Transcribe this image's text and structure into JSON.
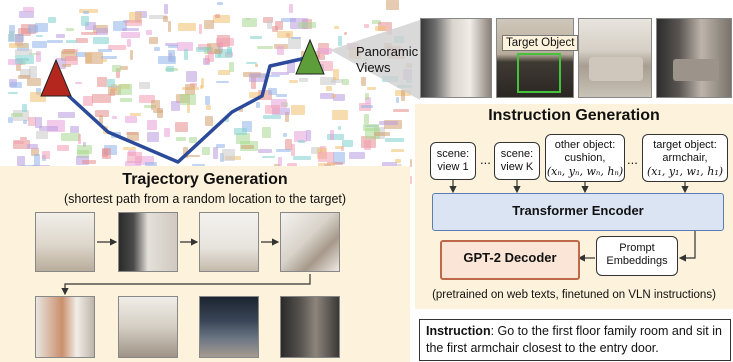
{
  "colors": {
    "panel_bg": "#fdf3dc",
    "trajectory_path": "#2c4a9a",
    "start_marker": "#b3271e",
    "target_marker": "#5e9e3a",
    "transformer_fill": "#dbe4f2",
    "gpt2_fill": "#fbe5d6",
    "target_box": "#44c23a"
  },
  "panoramic": {
    "label_line1": "Panoramic",
    "label_line2": "Views",
    "target_object_label": "Target Object"
  },
  "trajectory": {
    "title": "Trajectory Generation",
    "subtitle": "(shortest path from a random location to the target)"
  },
  "instruction_generation": {
    "title": "Instruction Generation",
    "inputs": [
      {
        "line1": "scene:",
        "line2": "view 1"
      },
      {
        "line1": "scene:",
        "line2": "view K"
      },
      {
        "line1": "other object:",
        "line2": "cushion,",
        "line3": "(xₙ, yₙ, wₙ, hₙ)"
      },
      {
        "line1": "target object:",
        "line2": "armchair,",
        "line3": "(x₁, y₁, w₁, h₁)"
      }
    ],
    "ellipsis": "...",
    "transformer": "Transformer Encoder",
    "decoder": "GPT-2  Decoder",
    "prompt_line1": "Prompt",
    "prompt_line2": "Embeddings",
    "pretrained_note": "(pretrained on web texts, finetuned on VLN instructions)"
  },
  "instruction": {
    "label": "Instruction",
    "text": ": Go to the first floor family room and sit in the first armchair closest to the entry door."
  }
}
